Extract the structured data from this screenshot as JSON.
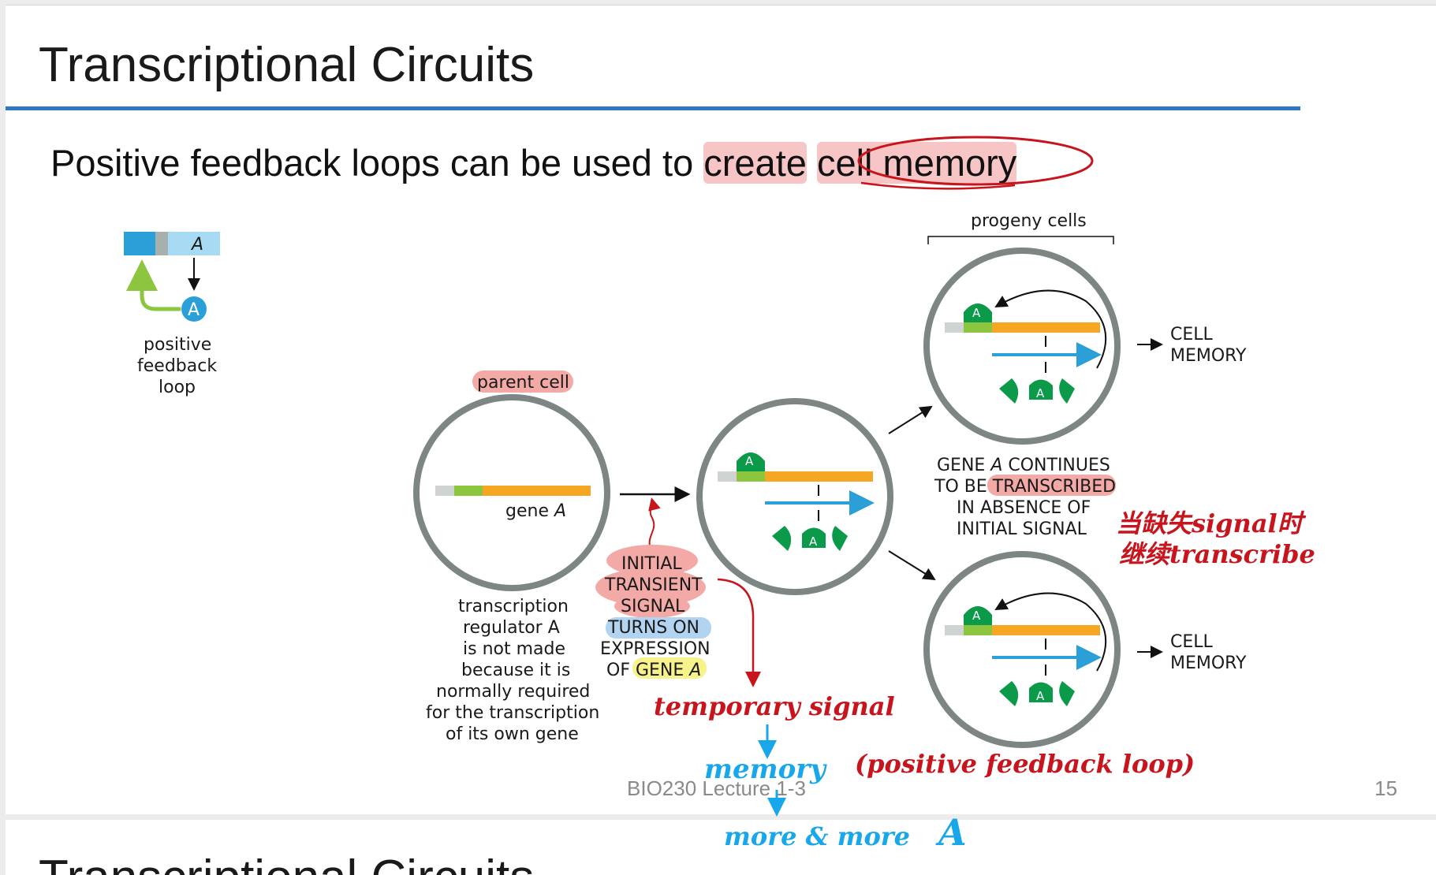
{
  "slide": {
    "title": "Transcriptional Circuits",
    "subtitle_plain": "Positive feedback loops can be used to ",
    "subtitle_hl1": "create",
    "subtitle_hl2": "cell memory",
    "footer_course": "BIO230 Lecture 1-3",
    "page_number": "15"
  },
  "next_slide": {
    "title": "Transcriptional Circuits"
  },
  "figure": {
    "legend_gene": "A",
    "legend_protein": "A",
    "legend_label": [
      "positive",
      "feedback",
      "loop"
    ],
    "parent_cell": "parent cell",
    "gene_label_prefix": "gene ",
    "gene_label_italic": "A",
    "parent_caption": [
      "transcription",
      "regulator A",
      "is not made",
      "because it is",
      "normally required",
      "for the transcription",
      "of its own gene"
    ],
    "signal_caption": {
      "line1": "INITIAL",
      "line2": "TRANSIENT",
      "line3": "SIGNAL",
      "line4": "TURNS ON",
      "line5": "EXPRESSION",
      "line6_prefix": "OF ",
      "line6_hl": "GENE ",
      "line6_italic": "A"
    },
    "progeny_cells": "progeny cells",
    "continues_caption": {
      "line1_prefix": "GENE ",
      "line1_italic": "A",
      "line1_suffix": " CONTINUES",
      "line2_prefix": "TO BE ",
      "line2_hl": "TRANSCRIBED",
      "line3": "IN ABSENCE OF",
      "line4": "INITIAL SIGNAL"
    },
    "cell_memory_top": [
      "CELL",
      "MEMORY"
    ],
    "cell_memory_bottom": [
      "CELL",
      "MEMORY"
    ],
    "protein_letter": "A"
  },
  "annotations": {
    "chinese_line1": "当缺失signal时",
    "chinese_line2": "继续transcribe",
    "temporary_signal": "temporary signal",
    "memory": "memory",
    "positive_feedback": "(positive feedback loop)",
    "more_and_more": "more & more",
    "more_A": "A"
  },
  "colors": {
    "title_rule": "#2f78c4",
    "gene_orange": "#f5a623",
    "promoter_green": "#8cc63f",
    "protein_green": "#0a9a4a",
    "arrow_blue": "#2a9fd8",
    "cell_ring": "#7d8685",
    "highlight_red": "#f3a9a6",
    "highlight_blue": "#b3d4f0",
    "highlight_yellow": "#f7f28a",
    "ink_red": "#c8141c",
    "ink_blue": "#18a7ea"
  }
}
